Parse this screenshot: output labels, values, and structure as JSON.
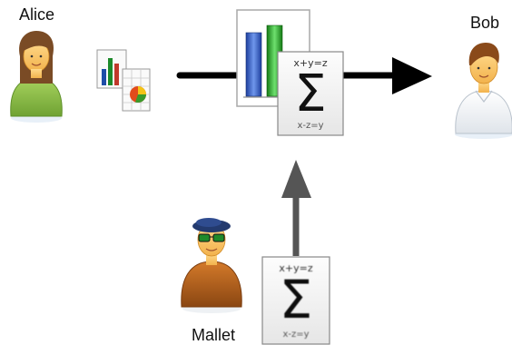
{
  "actors": {
    "alice": {
      "name": "Alice"
    },
    "bob": {
      "name": "Bob"
    },
    "mallet": {
      "name": "Mallet"
    }
  },
  "formula_card_top": {
    "symbol": "Σ",
    "top_text": "x+y=z",
    "bottom_text": "x-z=y"
  },
  "formula_card_bottom": {
    "symbol": "Σ",
    "top_text": "x+y=z",
    "bottom_text": "x-z=y"
  },
  "colors": {
    "arrow_main": "#000000",
    "arrow_injection": "#555555",
    "alice_shirt": "#8dc04a",
    "bob_shirt": "#f4f6f8",
    "mallet_shirt": "#b5651d"
  },
  "icons": {
    "alice_document": "spreadsheet-documents-icon",
    "transmitted_document": "bar-chart-document-icon"
  }
}
